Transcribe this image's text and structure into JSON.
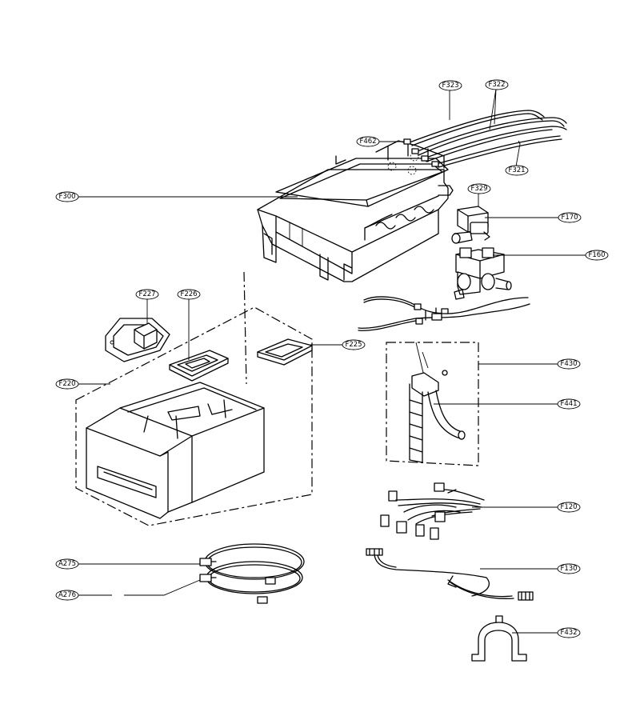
{
  "labels": {
    "F323": "F323",
    "F322": "F322",
    "F462": "F462",
    "F321": "F321",
    "F300": "F300",
    "F329": "F329",
    "F170": "F170",
    "F160": "F160",
    "F227": "F227",
    "F226": "F226",
    "F225": "F225",
    "F220": "F220",
    "F430": "F430",
    "F441": "F441",
    "F120": "F120",
    "F130": "F130",
    "A275": "A275",
    "A276": "A276",
    "F432": "F432"
  }
}
